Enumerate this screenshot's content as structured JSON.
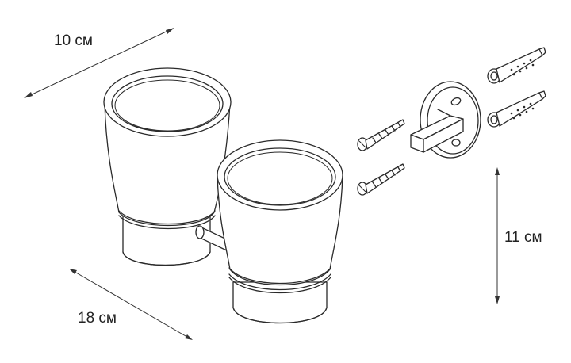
{
  "dimensions": {
    "width_label": "10 см",
    "depth_label": "18 см",
    "height_label": "11 см"
  },
  "colors": {
    "line": "#2a2a2a",
    "background": "#ffffff"
  }
}
